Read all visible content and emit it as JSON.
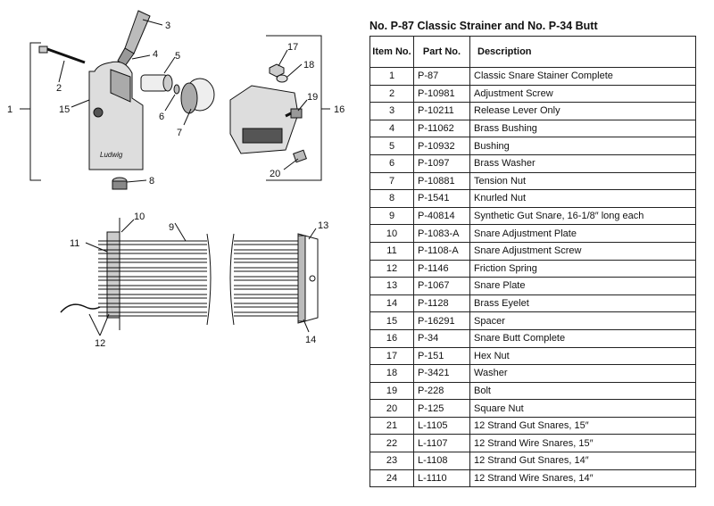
{
  "title": "No. P-87 Classic Strainer and No. P-34 Butt",
  "table": {
    "headers": {
      "item": "Item No.",
      "part": "Part No.",
      "description": "Description"
    },
    "rows": [
      {
        "item": "1",
        "part": "P-87",
        "description": "Classic Snare Stainer Complete"
      },
      {
        "item": "2",
        "part": "P-10981",
        "description": "Adjustment Screw"
      },
      {
        "item": "3",
        "part": "P-10211",
        "description": "Release Lever Only"
      },
      {
        "item": "4",
        "part": "P-11062",
        "description": "Brass Bushing"
      },
      {
        "item": "5",
        "part": "P-10932",
        "description": "Bushing"
      },
      {
        "item": "6",
        "part": "P-1097",
        "description": "Brass Washer"
      },
      {
        "item": "7",
        "part": "P-10881",
        "description": "Tension Nut"
      },
      {
        "item": "8",
        "part": "P-1541",
        "description": "Knurled Nut"
      },
      {
        "item": "9",
        "part": "P-40814",
        "description": "Synthetic Gut Snare, 16-1/8″ long each"
      },
      {
        "item": "10",
        "part": "P-1083-A",
        "description": "Snare Adjustment Plate"
      },
      {
        "item": "11",
        "part": "P-1108-A",
        "description": "Snare Adjustment Screw"
      },
      {
        "item": "12",
        "part": "P-1146",
        "description": "Friction Spring"
      },
      {
        "item": "13",
        "part": "P-1067",
        "description": "Snare Plate"
      },
      {
        "item": "14",
        "part": "P-1128",
        "description": "Brass Eyelet"
      },
      {
        "item": "15",
        "part": "P-16291",
        "description": "Spacer"
      },
      {
        "item": "16",
        "part": "P-34",
        "description": "Snare Butt Complete"
      },
      {
        "item": "17",
        "part": "P-151",
        "description": "Hex Nut"
      },
      {
        "item": "18",
        "part": "P-3421",
        "description": "Washer"
      },
      {
        "item": "19",
        "part": "P-228",
        "description": "Bolt"
      },
      {
        "item": "20",
        "part": "P-125",
        "description": "Square Nut"
      },
      {
        "item": "21",
        "part": "L-1105",
        "description": "12 Strand Gut Snares, 15″"
      },
      {
        "item": "22",
        "part": "L-1107",
        "description": "12 Strand Wire Snares, 15″"
      },
      {
        "item": "23",
        "part": "L-1108",
        "description": "12 Strand Gut Snares, 14″"
      },
      {
        "item": "24",
        "part": "L-1110",
        "description": "12 Strand Wire Snares, 14″"
      }
    ]
  },
  "diagram": {
    "callouts": {
      "c1": "1",
      "c2": "2",
      "c3": "3",
      "c4": "4",
      "c5": "5",
      "c6": "6",
      "c7": "7",
      "c8": "8",
      "c9": "9",
      "c10": "10",
      "c11": "11",
      "c12": "12",
      "c13": "13",
      "c14": "14",
      "c15": "15",
      "c16": "16",
      "c17": "17",
      "c18": "18",
      "c19": "19",
      "c20": "20"
    },
    "logo_text": "Ludwig"
  }
}
